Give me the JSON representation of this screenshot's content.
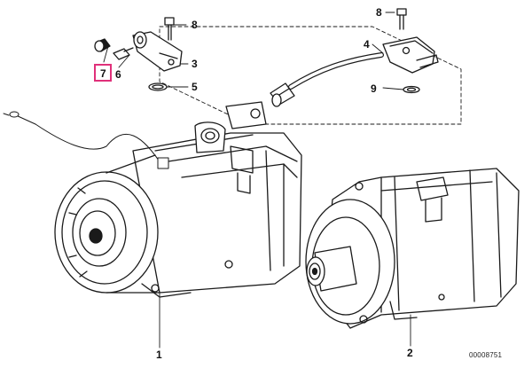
{
  "diagram": {
    "highlight_color": "#e0307a",
    "line_color": "#1a1a1a",
    "callouts": {
      "c1": "1",
      "c2": "2",
      "c3": "3",
      "c4": "4",
      "c5": "5",
      "c6": "6",
      "c7": "7",
      "c8a": "8",
      "c8b": "8",
      "c9": "9"
    },
    "highlighted_callout": "7",
    "reference_number": "00008751"
  }
}
